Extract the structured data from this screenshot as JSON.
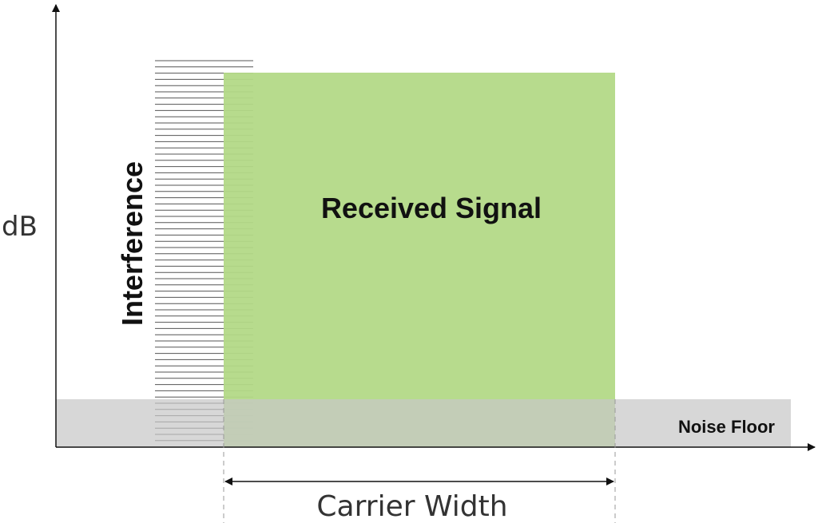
{
  "y_axis": {
    "label": "dB"
  },
  "labels": {
    "received_signal": "Received Signal",
    "interference": "Interference",
    "noise_floor": "Noise Floor",
    "carrier_width": "Carrier Width"
  },
  "colors": {
    "signal_fill": "#b3d987",
    "noise_fill": "#cccccc",
    "interference_lines": "#555555",
    "axis": "#111111",
    "guide_lines": "#999999"
  }
}
